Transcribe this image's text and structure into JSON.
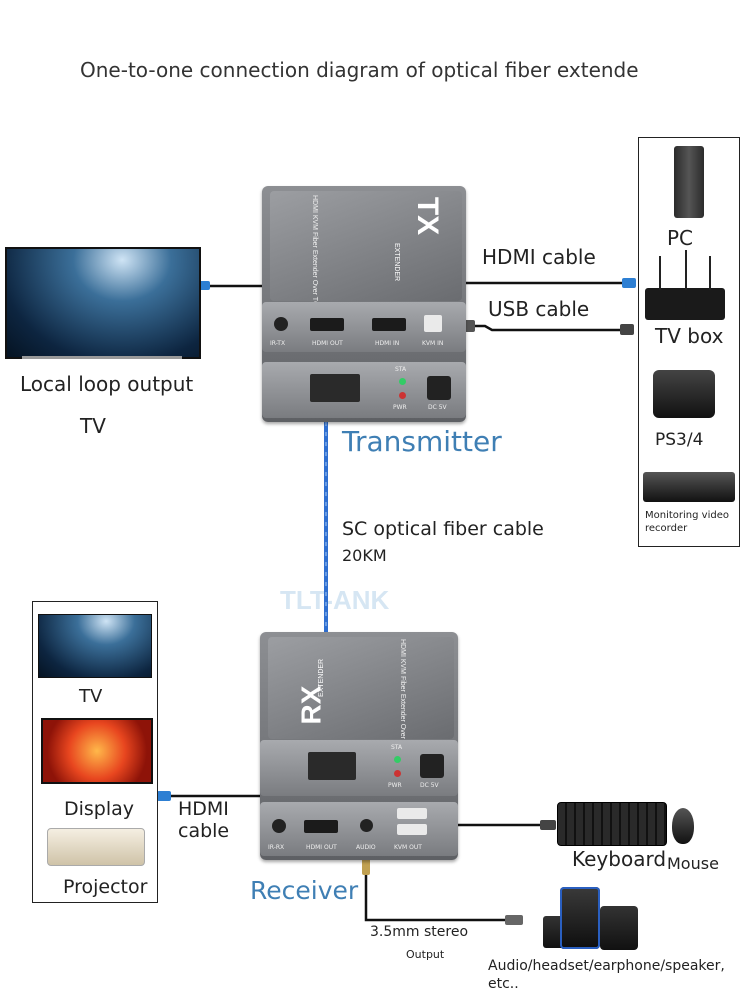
{
  "title": "One-to-one connection diagram of optical fiber extende",
  "watermark": "TLT-ANK",
  "transmitter": {
    "label": "Transmitter",
    "badge": "TX",
    "badge_sub": "EXTENDER",
    "model": "HDMI KVM Fiber Extender Over TCP/IP",
    "ports": {
      "ir": "IR-TX",
      "hdmi_out": "HDMI OUT",
      "hdmi_in": "HDMI IN",
      "kvm_in": "KVM IN",
      "sta": "STA",
      "pwr": "PWR",
      "dc": "DC 5V"
    }
  },
  "receiver": {
    "label": "Receiver",
    "badge": "RX",
    "badge_sub": "EXTENDER",
    "model": "HDMI KVM Fiber Extender Over TCP/IP",
    "ports": {
      "ir": "IR-RX",
      "hdmi_out": "HDMI OUT",
      "audio": "AUDIO",
      "kvm_out": "KVM OUT",
      "sta": "STA",
      "pwr": "PWR",
      "dc": "DC 5V"
    }
  },
  "cables": {
    "hdmi_top": "HDMI cable",
    "usb": "USB cable",
    "fiber_line1": "SC optical fiber cable",
    "fiber_line2": "20KM",
    "hdmi_bottom_line1": "HDMI",
    "hdmi_bottom_line2": "cable",
    "stereo_line1": "3.5mm stereo",
    "stereo_line2": "Output"
  },
  "left_top": {
    "line1": "Local loop output",
    "line2": "TV"
  },
  "sources": {
    "pc": "PC",
    "tvbox": "TV box",
    "ps": "PS3/4",
    "recorder_line1": "Monitoring video",
    "recorder_line2": "recorder"
  },
  "displays": {
    "tv": "TV",
    "display": "Display",
    "projector": "Projector"
  },
  "peripherals": {
    "keyboard": "Keyboard",
    "mouse": "Mouse"
  },
  "audio": {
    "line1": "Audio/headset/earphone/speaker,",
    "line2": "etc.."
  },
  "colors": {
    "accent": "#3f7fb4",
    "fiber": "#2f6fd0",
    "cable": "#111111"
  }
}
